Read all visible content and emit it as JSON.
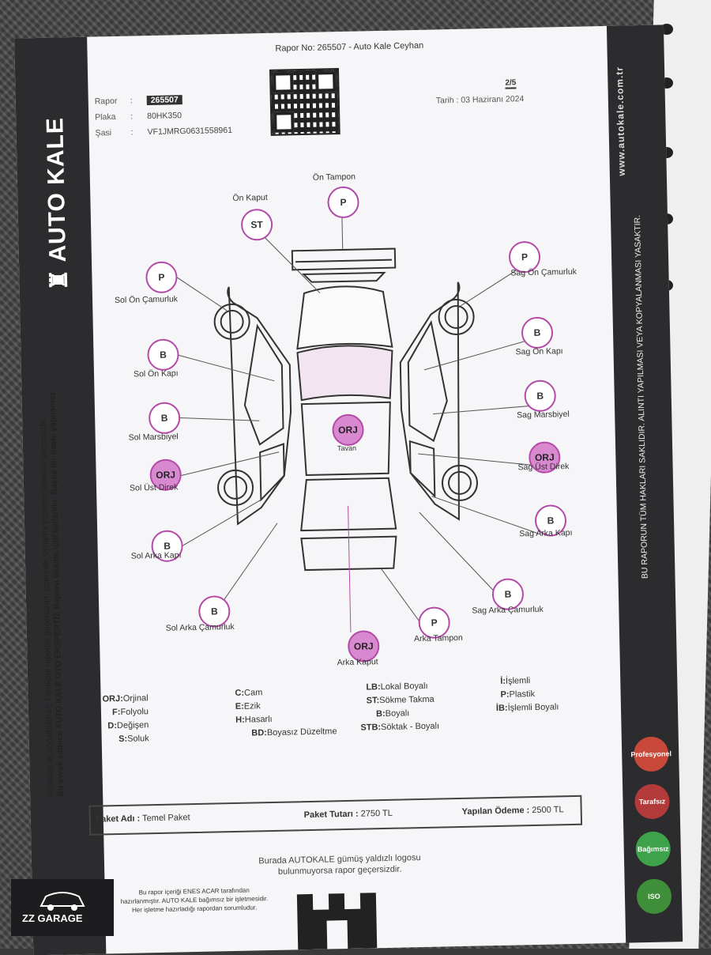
{
  "header": {
    "report_line": "Rapor No: 265507 - Auto Kale Ceyhan",
    "page": "2/5",
    "date": "Tarih : 03 Haziranı 2024",
    "fields": [
      {
        "label": "Rapor",
        "value": "265507"
      },
      {
        "label": "Plaka",
        "value": "80HK350"
      },
      {
        "label": "Şasi",
        "value": "VF1JMRG0631558961"
      }
    ]
  },
  "brand": {
    "logo_text": "AUTO KALE",
    "website": "www.autokale.com.tr",
    "left_warning_1": "Fotokopi ile çoğaltılamaz. Fotokopi raporlar geçersizdir. Üzerinde oynama yapılmış raporlar geçersizdir.",
    "left_warning_2": "Bu evrak sadece AUTO KALE OTO EKSPERTİZ Raporu basımı için kullanılır. Başka bir baskı yapılamaz.",
    "right_warning": "BU RAPORUN TÜM HAKLARI SAKLIDIR. ALINTI YAPILMASI VEYA KOPYALANMASI YASAKTIR.",
    "badges": [
      "Profesyonel",
      "Tarafsız",
      "Bağımsız",
      "ISO"
    ]
  },
  "parts": [
    {
      "code": "P",
      "label": "Ön Tampon"
    },
    {
      "code": "ST",
      "label": "Ön Kaput"
    },
    {
      "code": "P",
      "label": "Sol Ön Çamurluk"
    },
    {
      "code": "P",
      "label": "Sag Ön Çamurluk"
    },
    {
      "code": "B",
      "label": "Sol Ön Kapı"
    },
    {
      "code": "B",
      "label": "Sag Ön Kapı"
    },
    {
      "code": "B",
      "label": "Sol Marsbiyel"
    },
    {
      "code": "B",
      "label": "Sag Marsbiyel"
    },
    {
      "code": "ORJ",
      "label": "Tavan"
    },
    {
      "code": "ORJ",
      "label": "Sol Üst Direk"
    },
    {
      "code": "ORJ",
      "label": "Sag Üst Direk"
    },
    {
      "code": "B",
      "label": "Sol Arka Kapı"
    },
    {
      "code": "B",
      "label": "Sag Arka Kapı"
    },
    {
      "code": "B",
      "label": "Sol Arka Çamurluk"
    },
    {
      "code": "B",
      "label": "Sag Arka Çamurluk"
    },
    {
      "code": "P",
      "label": "Arka Tampon"
    },
    {
      "code": "ORJ",
      "label": "Arka Kaput"
    }
  ],
  "legend": [
    [
      {
        "k": "ORJ:",
        "v": "Orjinal"
      },
      {
        "k": "F:",
        "v": "Folyolu"
      },
      {
        "k": "D:",
        "v": "Değişen"
      },
      {
        "k": "S:",
        "v": "Soluk"
      }
    ],
    [
      {
        "k": "C:",
        "v": "Cam"
      },
      {
        "k": "E:",
        "v": "Ezik"
      },
      {
        "k": "H:",
        "v": "Hasarlı"
      },
      {
        "k": "BD:",
        "v": "Boyasız Düzeltme"
      }
    ],
    [
      {
        "k": "LB:",
        "v": "Lokal Boyalı"
      },
      {
        "k": "ST:",
        "v": "Sökme Takma"
      },
      {
        "k": "B:",
        "v": "Boyalı"
      },
      {
        "k": "STB:",
        "v": "Söktak - Boyalı"
      }
    ],
    [
      {
        "k": "İ:",
        "v": "İşlemli"
      },
      {
        "k": "P:",
        "v": "Plastik"
      },
      {
        "k": "İB:",
        "v": "İşlemli Boyalı"
      }
    ]
  ],
  "package": {
    "name_label": "Paket Adı :",
    "name_value": "Temel Paket",
    "total_label": "Paket Tutarı :",
    "total_value": "2750 TL",
    "paid_label": "Yapılan Ödeme :",
    "paid_value": "2500 TL"
  },
  "footer": {
    "silver_logo_note": "Burada AUTOKALE gümüş yaldızlı logosu bulunmuyorsa rapor geçersizdir.",
    "small_note": "Bu rapor içeriği ENES ACAR tarafından hazırlanmıştır. AUTO KALE bağımsız bir işletmesidir. Her işletme hazırladığı rapordan sorumludur.",
    "watermark": "ZZ GARAGE"
  },
  "colors": {
    "accent": "#b44aa8",
    "filled": "#d889cf",
    "dark": "#2c2c2e"
  }
}
